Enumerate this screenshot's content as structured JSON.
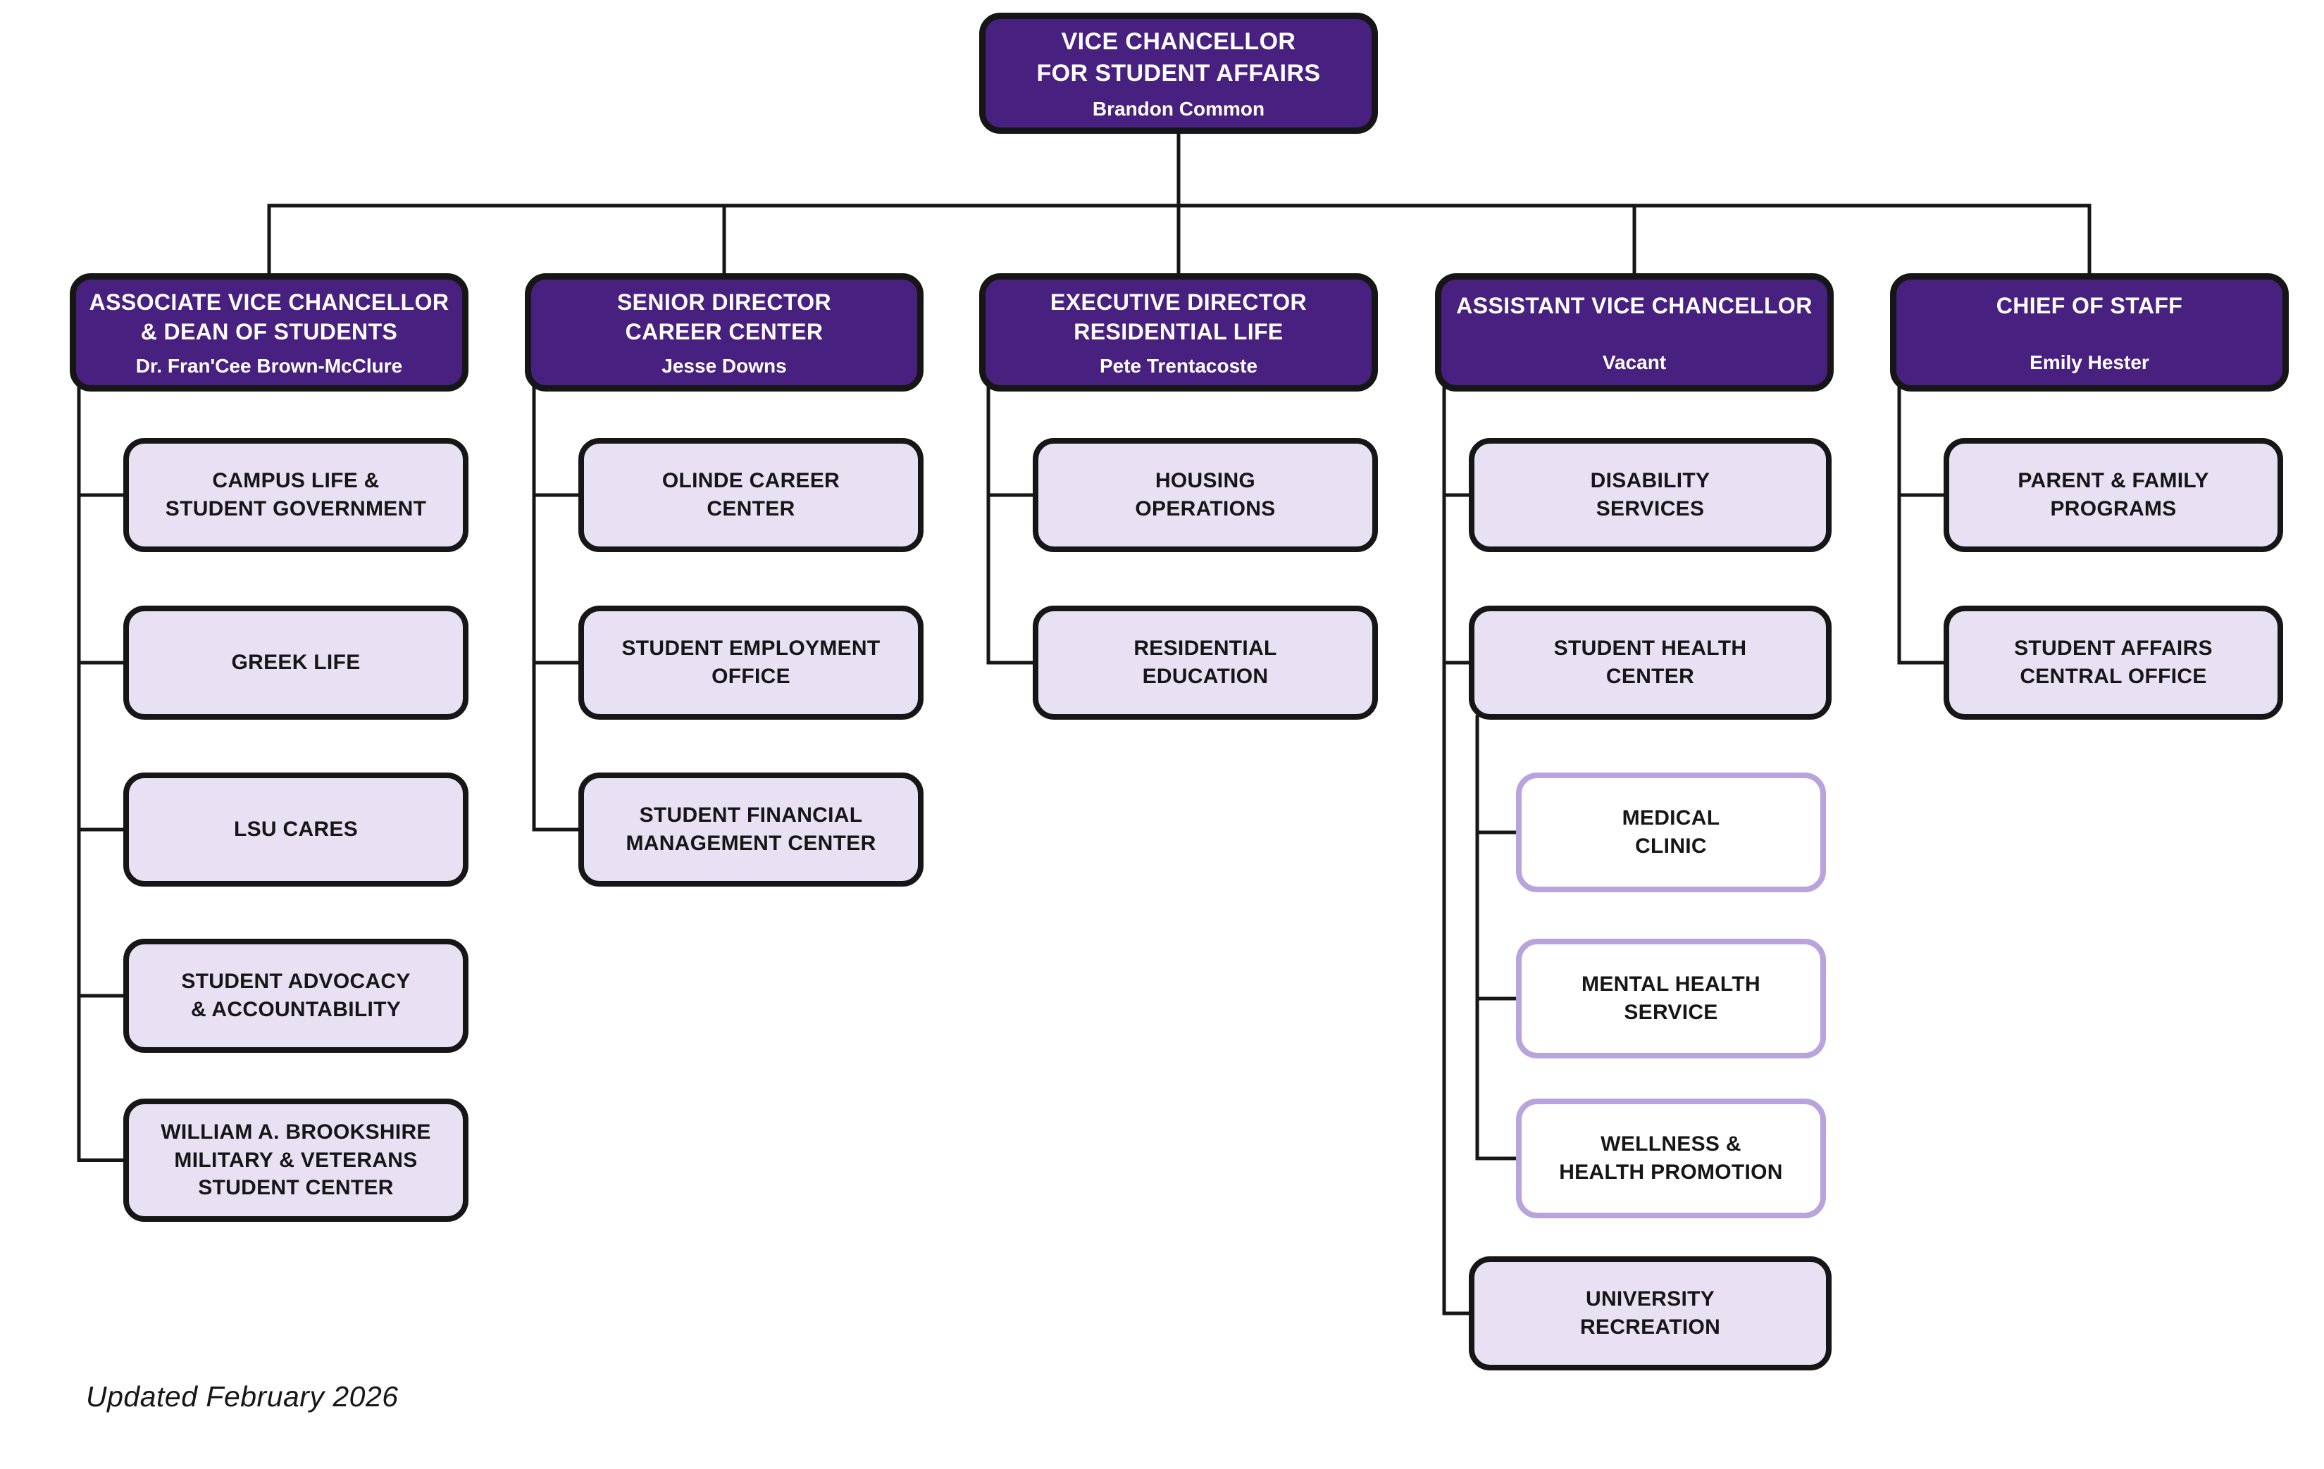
{
  "footer": {
    "updated": "Updated February 2026"
  },
  "colors": {
    "header_bg": "#482180",
    "header_text": "#FFFFFF",
    "child_bg": "#E8E0F3",
    "child_border": "#161616",
    "nested_bg": "#FFFFFF",
    "nested_border": "#B9A3DC",
    "line": "#161616"
  },
  "root": {
    "title_lines": [
      "VICE CHANCELLOR",
      "FOR STUDENT AFFAIRS"
    ],
    "name": "Brandon Common"
  },
  "branches": [
    {
      "title_lines": [
        "ASSOCIATE VICE CHANCELLOR",
        "& DEAN OF STUDENTS"
      ],
      "name": "Dr. Fran'Cee Brown-McClure",
      "children": [
        {
          "lines": [
            "CAMPUS LIFE &",
            "STUDENT GOVERNMENT"
          ]
        },
        {
          "lines": [
            "GREEK LIFE"
          ]
        },
        {
          "lines": [
            "LSU CARES"
          ]
        },
        {
          "lines": [
            "STUDENT ADVOCACY",
            "& ACCOUNTABILITY"
          ]
        },
        {
          "lines": [
            "WILLIAM A. BROOKSHIRE",
            "MILITARY & VETERANS",
            "STUDENT CENTER"
          ]
        }
      ]
    },
    {
      "title_lines": [
        "SENIOR DIRECTOR",
        "CAREER CENTER"
      ],
      "name": "Jesse Downs",
      "children": [
        {
          "lines": [
            "OLINDE CAREER",
            "CENTER"
          ]
        },
        {
          "lines": [
            "STUDENT EMPLOYMENT",
            "OFFICE"
          ]
        },
        {
          "lines": [
            "STUDENT FINANCIAL",
            "MANAGEMENT CENTER"
          ]
        }
      ]
    },
    {
      "title_lines": [
        "EXECUTIVE DIRECTOR",
        "RESIDENTIAL LIFE"
      ],
      "name": "Pete Trentacoste",
      "children": [
        {
          "lines": [
            "HOUSING",
            "OPERATIONS"
          ]
        },
        {
          "lines": [
            "RESIDENTIAL",
            "EDUCATION"
          ]
        }
      ]
    },
    {
      "title_lines": [
        "ASSISTANT VICE CHANCELLOR"
      ],
      "name": "Vacant",
      "children": [
        {
          "lines": [
            "DISABILITY",
            "SERVICES"
          ]
        },
        {
          "lines": [
            "STUDENT HEALTH",
            "CENTER"
          ],
          "children": [
            {
              "lines": [
                "MEDICAL",
                "CLINIC"
              ]
            },
            {
              "lines": [
                "MENTAL HEALTH",
                "SERVICE"
              ]
            },
            {
              "lines": [
                "WELLNESS &",
                "HEALTH PROMOTION"
              ]
            }
          ]
        },
        {
          "lines": [
            "UNIVERSITY",
            "RECREATION"
          ]
        }
      ]
    },
    {
      "title_lines": [
        "CHIEF OF STAFF"
      ],
      "name": "Emily Hester",
      "children": [
        {
          "lines": [
            "PARENT & FAMILY",
            "PROGRAMS"
          ]
        },
        {
          "lines": [
            "STUDENT AFFAIRS",
            "CENTRAL OFFICE"
          ]
        }
      ]
    }
  ]
}
